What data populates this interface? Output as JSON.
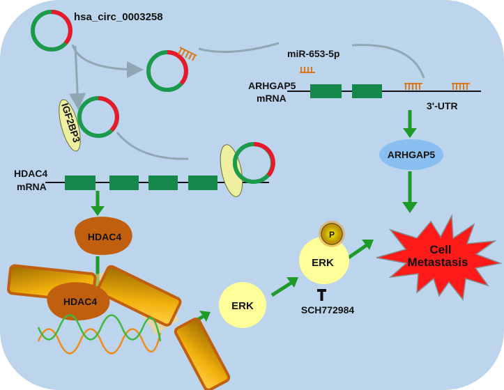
{
  "labels": {
    "circ_name": "hsa_circ_0003258",
    "mirna": "miR-653-5p",
    "arhgap5_gene": "ARHGAP5",
    "arhgap5_mrna": "mRNA",
    "utr": "3'-UTR",
    "arhgap5_protein": "ARHGAP5",
    "igf2bp3": "IGF2BP3",
    "hdac4_gene": "HDAC4",
    "hdac4_mrna": "mRNA",
    "hdac4_protein": "HDAC4",
    "hdac4_nuclear": "HDAC4",
    "erk1": "ERK",
    "erk2": "ERK",
    "phospho": "P",
    "inhibitor": "SCH772984",
    "outcome_line1": "Cell",
    "outcome_line2": "Metastasis"
  },
  "colors": {
    "cell_bg": "#bcd5ec",
    "circ_green": "#1a9a4a",
    "circ_red": "#e8192c",
    "arrow_green": "#1f9a2a",
    "hdac4": "#c0600f",
    "erk": "#ffff99",
    "star": "#ff1a1a",
    "arhgap5": "#88bff0"
  }
}
